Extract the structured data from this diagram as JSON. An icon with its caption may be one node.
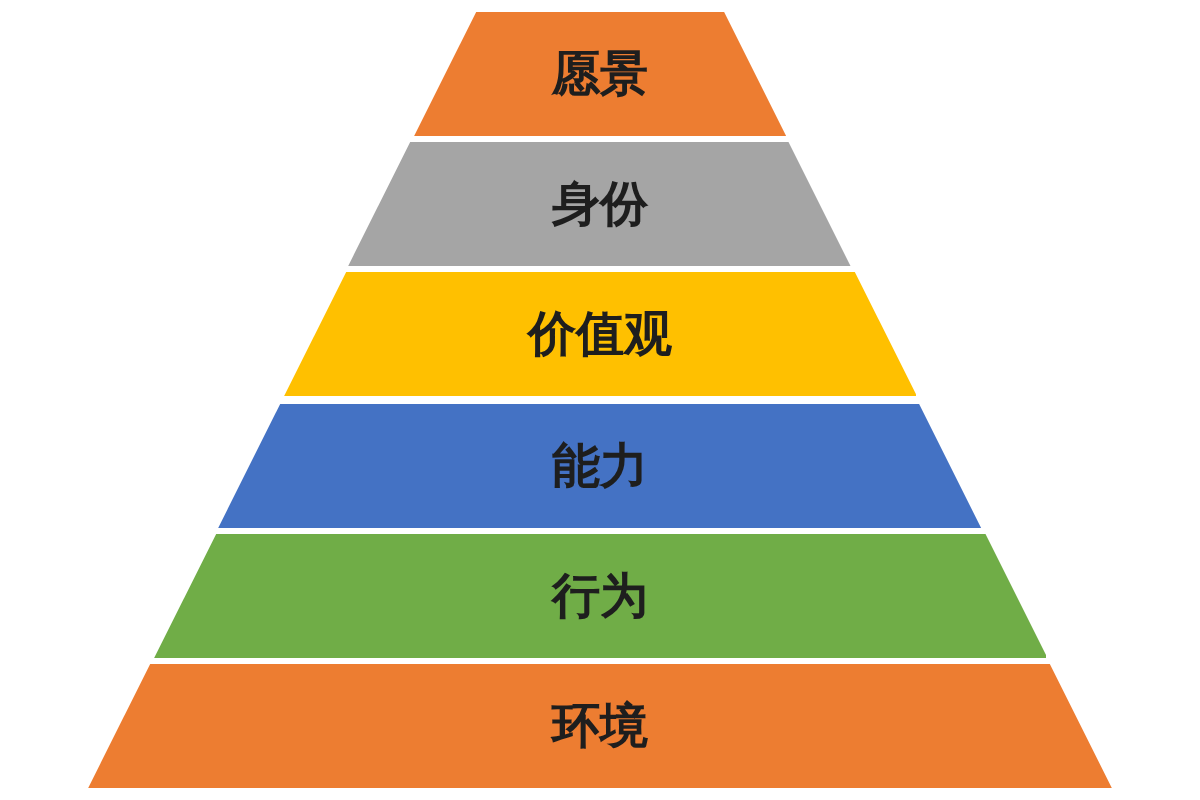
{
  "diagram": {
    "nodes": [
      {
        "text": [
          "愿景"
        ]
      },
      {
        "text": [
          "身份"
        ]
      },
      {
        "text": [
          "价值观"
        ]
      },
      {
        "text": [
          "能力"
        ]
      },
      {
        "text": [
          "行为"
        ]
      },
      {
        "text": [
          "环境"
        ]
      }
    ]
  }
}
